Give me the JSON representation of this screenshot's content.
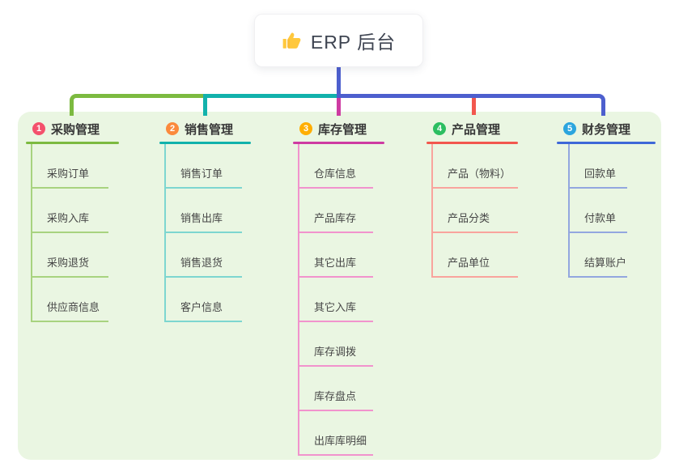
{
  "root_node": {
    "label": "ERP 后台",
    "icon": "thumbs-up-icon"
  },
  "colors": {
    "trunk": "#4D5FCE",
    "panel": "#EAF6E2",
    "branch1": "#7CBA40",
    "branch1_light": "#A8D37F",
    "badge1": "#F4516C",
    "branch2": "#12B2AC",
    "branch2_light": "#7DD6D0",
    "badge2": "#FB8A3C",
    "branch3": "#CE3BA2",
    "branch3_light": "#F193CD",
    "badge3": "#FFAE02",
    "branch4": "#F2574E",
    "branch4_light": "#F9A49D",
    "badge4": "#2CBE61",
    "branch5": "#3E68D8",
    "branch5_light": "#93A7DF",
    "badge5": "#2BA5DE"
  },
  "branches": [
    {
      "index": "1",
      "label": "采购管理",
      "children": [
        "采购订单",
        "采购入库",
        "采购退货",
        "供应商信息"
      ]
    },
    {
      "index": "2",
      "label": "销售管理",
      "children": [
        "销售订单",
        "销售出库",
        "销售退货",
        "客户信息"
      ]
    },
    {
      "index": "3",
      "label": "库存管理",
      "children": [
        "仓库信息",
        "产品库存",
        "其它出库",
        "其它入库",
        "库存调拨",
        "库存盘点",
        "出库库明细"
      ]
    },
    {
      "index": "4",
      "label": "产品管理",
      "children": [
        "产品（物料）",
        "产品分类",
        "产品单位"
      ]
    },
    {
      "index": "5",
      "label": "财务管理",
      "children": [
        "回款单",
        "付款单",
        "结算账户"
      ]
    }
  ]
}
